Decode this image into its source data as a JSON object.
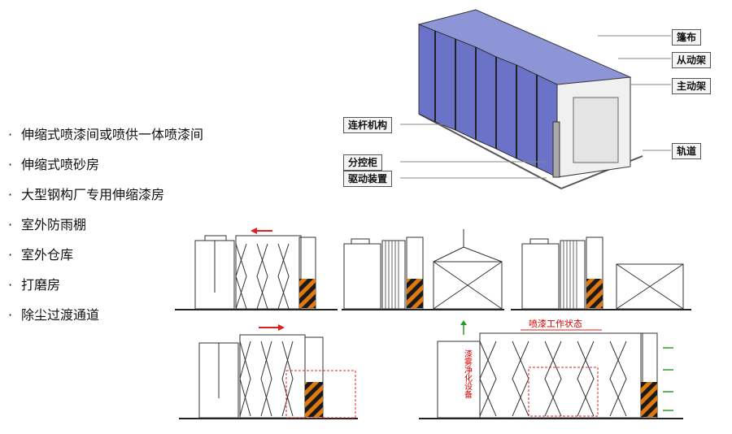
{
  "features": [
    "伸缩式喷漆间或喷供一体喷漆间",
    "伸缩式喷砂房",
    "大型钢构厂专用伸缩漆房",
    "室外防雨棚",
    "室外仓库",
    "打磨房",
    "除尘过渡通道"
  ],
  "bullet_glyph": "·",
  "callouts": {
    "canopy": "篷布",
    "driven_frame": "从动架",
    "main_frame": "主动架",
    "linkage": "连杆机构",
    "control_cabinet": "分控柜",
    "drive_unit": "驱动装置",
    "track": "轨道"
  },
  "diagram_labels": {
    "working_state": "喷漆工作状态",
    "purifier": "漆雾净化设备"
  },
  "colors": {
    "canopy_blue": "#6a73c8",
    "arrow_red": "#e02020",
    "arrow_green": "#2a9a2a",
    "stripe_orange": "#e07a10",
    "stripe_dark": "#1a1a1a"
  }
}
